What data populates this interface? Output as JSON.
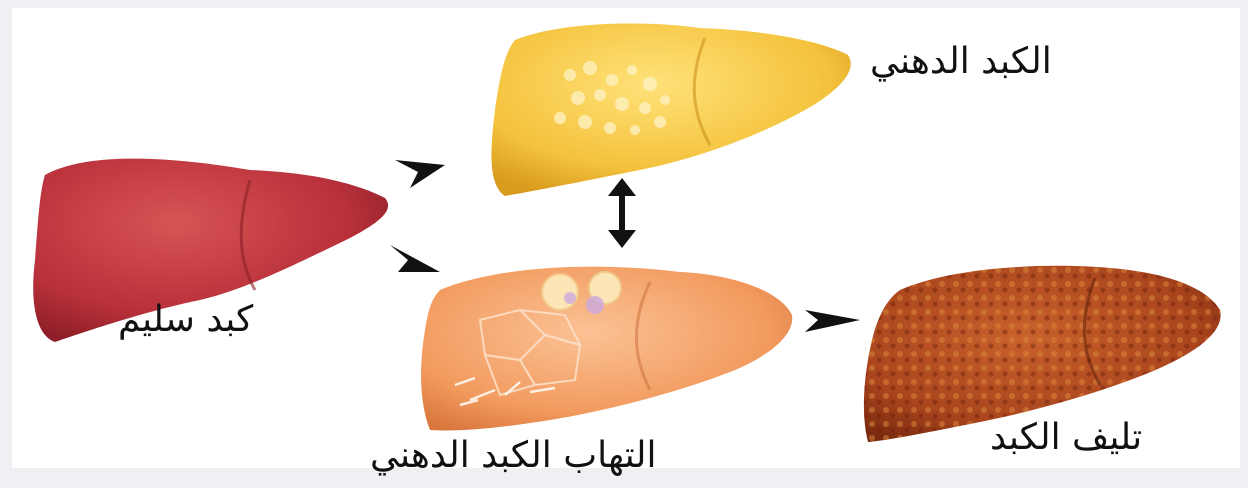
{
  "stages": {
    "healthy": {
      "label": "كبد سليم",
      "color": "#c43a3a"
    },
    "fatty": {
      "label": "الكبد الدهني",
      "color": "#f2c542"
    },
    "nash": {
      "label": "التهاب الكبد الدهني",
      "color": "#f3a46c"
    },
    "cirrhosis": {
      "label": "تليف الكبد",
      "color": "#b44a22"
    }
  },
  "colors": {
    "background": "#ffffff",
    "arrow": "#111111"
  }
}
